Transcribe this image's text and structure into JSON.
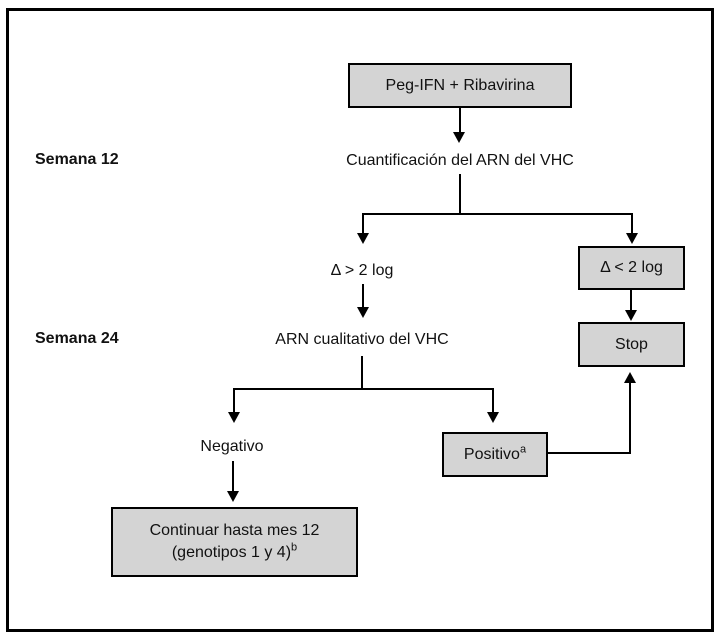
{
  "diagram": {
    "week12_label": "Semana 12",
    "week24_label": "Semana 24",
    "nodes": {
      "peg_ifn": "Peg-IFN + Ribavirina",
      "cuantificacion": "Cuantificación del ARN del VHC",
      "delta_gt": "Δ > 2 log",
      "delta_lt": "Δ < 2 log",
      "arn_cualitativo": "ARN cualitativo del VHC",
      "stop": "Stop",
      "negativo": "Negativo",
      "positivo": "Positivo",
      "positivo_sup": "a",
      "continuar_line1": "Continuar hasta mes 12",
      "continuar_line2": "(genotipos 1 y 4)",
      "continuar_sup": "b"
    },
    "colors": {
      "node_fill": "#d4d4d4",
      "line": "#000000",
      "background": "#ffffff"
    }
  }
}
